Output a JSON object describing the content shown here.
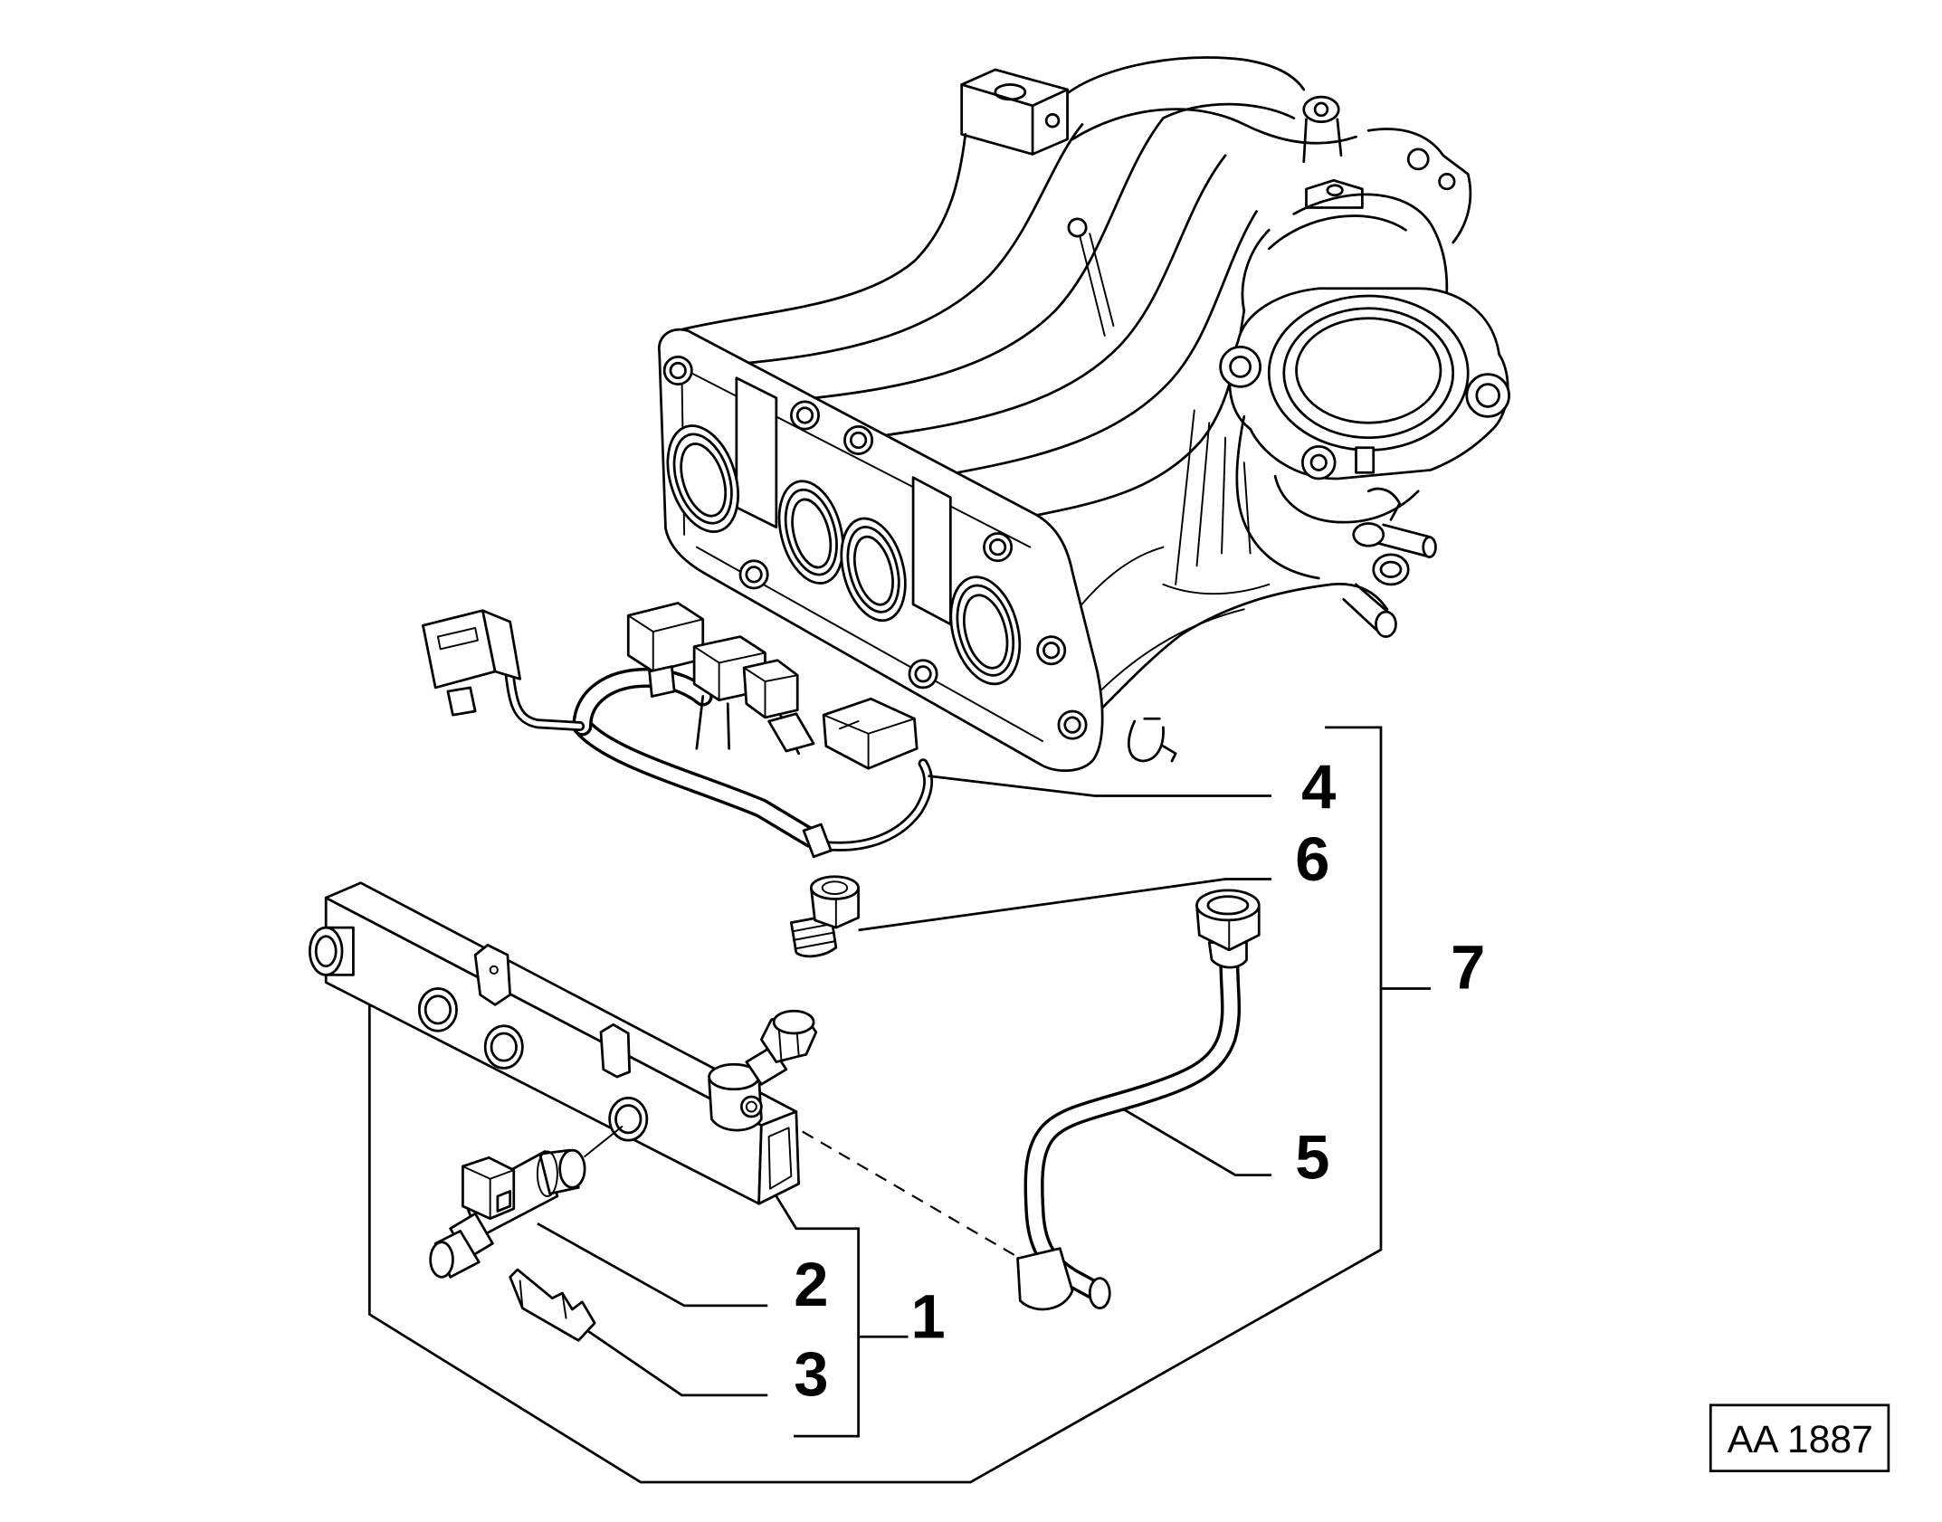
{
  "callouts": {
    "c1": "1",
    "c2": "2",
    "c3": "3",
    "c4": "4",
    "c5": "5",
    "c6": "6",
    "c7": "7"
  },
  "reference_code": "AA 1887",
  "colors": {
    "line": "#000000",
    "background": "#ffffff"
  }
}
